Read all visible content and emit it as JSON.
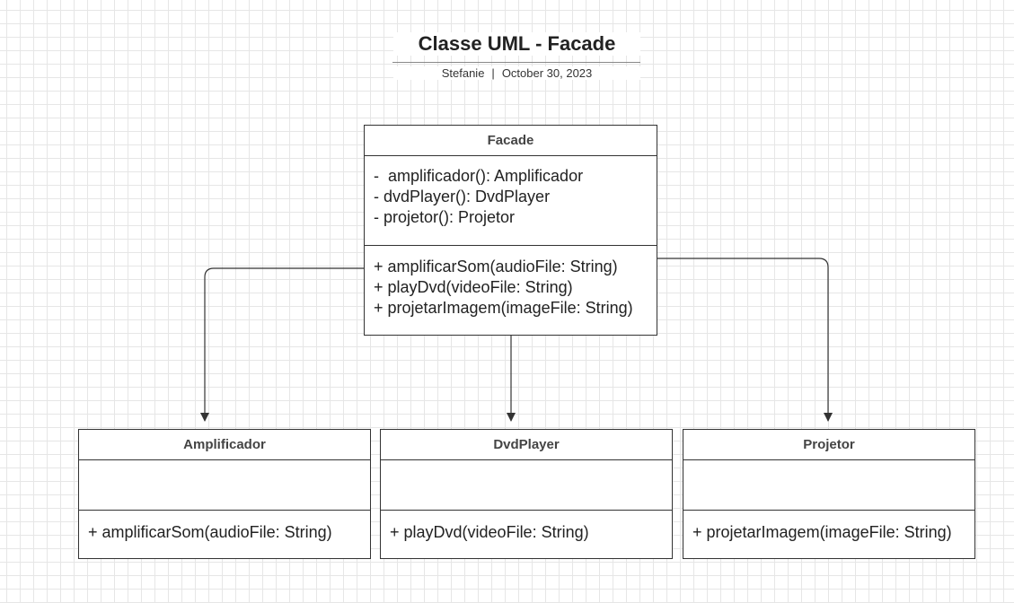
{
  "diagram": {
    "title": "Classe UML - Facade",
    "author": "Stefanie",
    "separator": "|",
    "date": "October 30, 2023"
  },
  "classes": {
    "facade": {
      "name": "Facade",
      "attributes": [
        "-  amplificador(): Amplificador",
        "- dvdPlayer(): DvdPlayer",
        "- projetor(): Projetor"
      ],
      "methods": [
        "+ amplificarSom(audioFile: String)",
        "+ playDvd(videoFile: String)",
        "+ projetarImagem(imageFile: String)"
      ]
    },
    "amplificador": {
      "name": "Amplificador",
      "attributes": [],
      "methods": [
        "+ amplificarSom(audioFile: String)"
      ]
    },
    "dvdplayer": {
      "name": "DvdPlayer",
      "attributes": [],
      "methods": [
        "+ playDvd(videoFile: String)"
      ]
    },
    "projetor": {
      "name": "Projetor",
      "attributes": [],
      "methods": [
        "+ projetarImagem(imageFile: String)"
      ]
    }
  },
  "connections": [
    {
      "from": "Facade",
      "to": "Amplificador"
    },
    {
      "from": "Facade",
      "to": "DvdPlayer"
    },
    {
      "from": "Facade",
      "to": "Projetor"
    }
  ],
  "colors": {
    "border": "#333333",
    "grid": "#e6e6e6",
    "connector": "#333333"
  }
}
